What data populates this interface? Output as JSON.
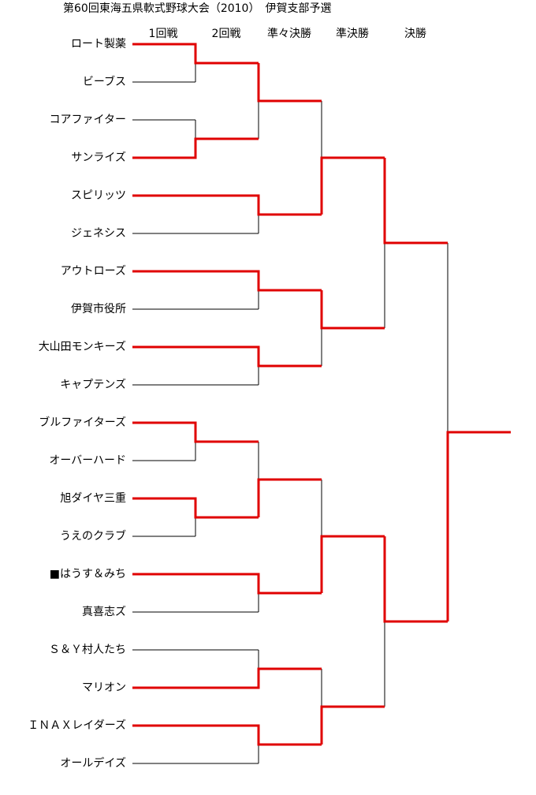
{
  "title": "第60回東海五県軟式野球大会（2010）　伊賀支部予選",
  "rounds": [
    "1回戦",
    "2回戦",
    "準々決勝",
    "準決勝",
    "決勝"
  ],
  "teams": [
    "ロート製薬",
    "ビーブス",
    "コアファイター",
    "サンライズ",
    "スピリッツ",
    "ジェネシス",
    "アウトローズ",
    "伊賀市役所",
    "大山田モンキーズ",
    "キャプテンズ",
    "ブルファイターズ",
    "オーバーハード",
    "旭ダイヤ三重",
    "うえのクラブ",
    "■はうす＆みち",
    "真喜志ズ",
    "Ｓ＆Ｙ村人たち",
    "マリオン",
    "ＩＮＡＸレイダーズ",
    "オールデイズ"
  ],
  "colors": {
    "winner_line": "#e00000",
    "normal_line": "#000000"
  }
}
